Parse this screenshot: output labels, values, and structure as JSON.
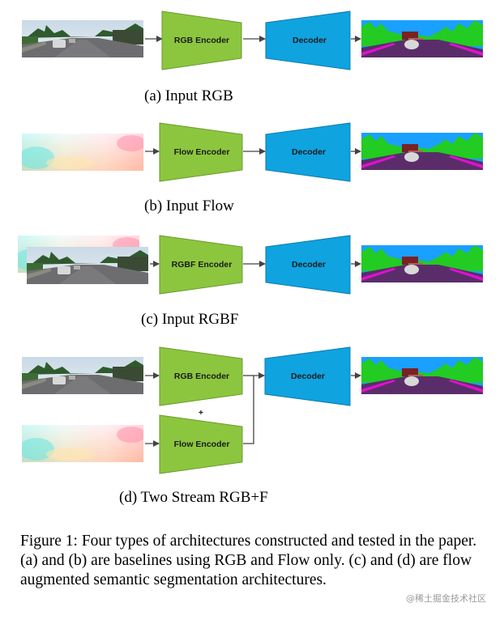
{
  "colors": {
    "encoder_fill": "#8cc63f",
    "encoder_stroke": "#6a9a2c",
    "decoder_fill": "#0fa3e0",
    "decoder_stroke": "#0a7bb0",
    "seg_sky": "#1aa0ff",
    "seg_vegetation": "#22cc22",
    "seg_road": "#5a2d6a",
    "seg_sidewalk": "#e010d0"
  },
  "panels": [
    {
      "id": "a",
      "label": "(a) Input RGB",
      "encoder": "RGB Encoder",
      "decoder": "Decoder",
      "input": "rgb"
    },
    {
      "id": "b",
      "label": "(b) Input Flow",
      "encoder": "Flow Encoder",
      "decoder": "Decoder",
      "input": "flow"
    },
    {
      "id": "c",
      "label": "(c) Input RGBF",
      "encoder": "RGBF Encoder",
      "decoder": "Decoder",
      "input": "rgbf"
    },
    {
      "id": "d",
      "label": "(d) Two Stream RGB+F",
      "encoder": "RGB Encoder",
      "encoder2": "Flow Encoder",
      "decoder": "Decoder",
      "plus": "+",
      "input": "two-stream"
    }
  ],
  "caption": "Figure 1: Four types of architectures constructed and tested in the paper. (a) and (b) are baselines using RGB and Flow only. (c) and (d) are flow augmented semantic segmentation architectures.",
  "watermark": "@稀土掘金技术社区"
}
